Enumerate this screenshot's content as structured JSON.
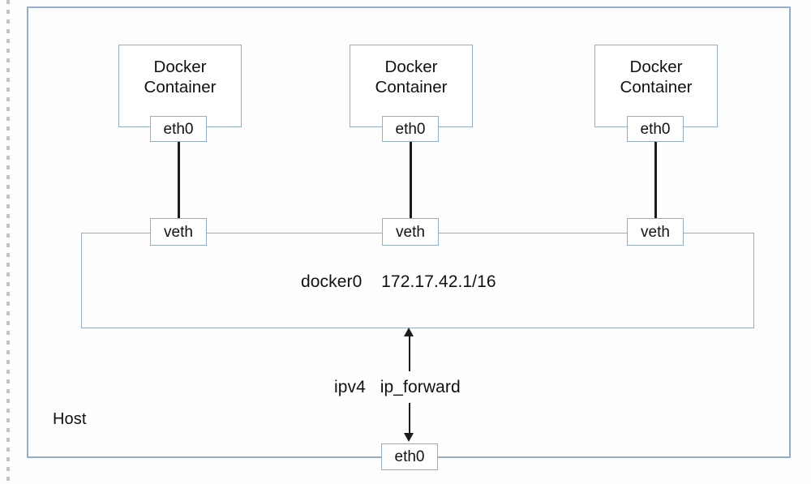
{
  "diagram": {
    "type": "docker-bridge-networking",
    "host": {
      "label": "Host"
    },
    "containers": [
      {
        "title": "Docker\nContainer",
        "interface": "eth0",
        "veth": "veth"
      },
      {
        "title": "Docker\nContainer",
        "interface": "eth0",
        "veth": "veth"
      },
      {
        "title": "Docker\nContainer",
        "interface": "eth0",
        "veth": "veth"
      }
    ],
    "bridge": {
      "name": "docker0",
      "address": "172.17.42.1/16",
      "label": "docker0    172.17.42.1/16"
    },
    "forwarding": {
      "protocol": "ipv4",
      "setting": "ip_forward",
      "label": "ipv4   ip_forward"
    },
    "host_interface": {
      "label": "eth0"
    },
    "colors": {
      "box_border": "#93adcb",
      "connector": "#1c1c1c",
      "text": "#111111",
      "background": "#fdfdfd",
      "page_edge_dots": "#c3c3c3"
    }
  }
}
